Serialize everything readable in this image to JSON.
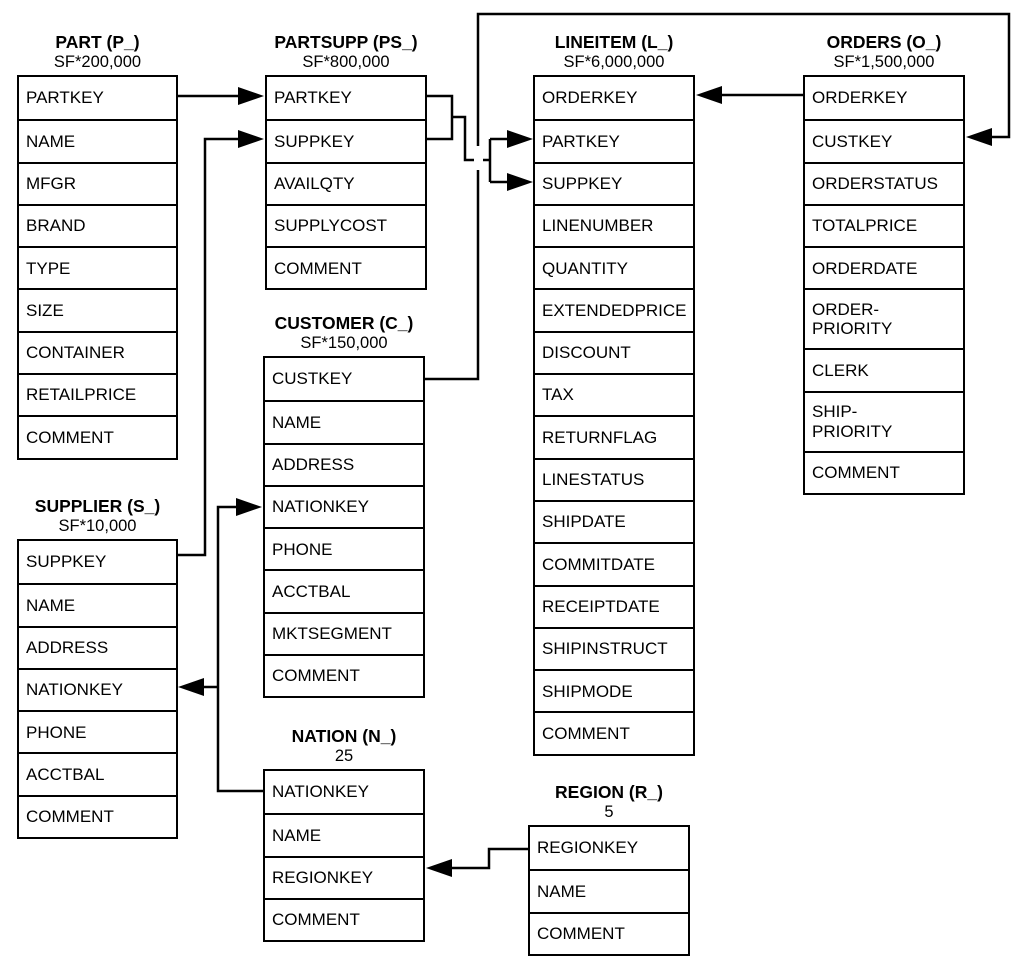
{
  "diagram": {
    "type": "database-schema",
    "line_color": "#000000",
    "background_color": "#ffffff",
    "text_color": "#000000"
  },
  "tables": [
    {
      "id": "part",
      "title": "PART (P_)",
      "cardinality": "SF*200,000",
      "fields": [
        "PARTKEY",
        "NAME",
        "MFGR",
        "BRAND",
        "TYPE",
        "SIZE",
        "CONTAINER",
        "RETAILPRICE",
        "COMMENT"
      ]
    },
    {
      "id": "partsupp",
      "title": "PARTSUPP (PS_)",
      "cardinality": "SF*800,000",
      "fields": [
        "PARTKEY",
        "SUPPKEY",
        "AVAILQTY",
        "SUPPLYCOST",
        "COMMENT"
      ]
    },
    {
      "id": "lineitem",
      "title": "LINEITEM (L_)",
      "cardinality": "SF*6,000,000",
      "fields": [
        "ORDERKEY",
        "PARTKEY",
        "SUPPKEY",
        "LINENUMBER",
        "QUANTITY",
        "EXTENDEDPRICE",
        "DISCOUNT",
        "TAX",
        "RETURNFLAG",
        "LINESTATUS",
        "SHIPDATE",
        "COMMITDATE",
        "RECEIPTDATE",
        "SHIPINSTRUCT",
        "SHIPMODE",
        "COMMENT"
      ]
    },
    {
      "id": "orders",
      "title": "ORDERS (O_)",
      "cardinality": "SF*1,500,000",
      "fields": [
        "ORDERKEY",
        "CUSTKEY",
        "ORDERSTATUS",
        "TOTALPRICE",
        "ORDERDATE",
        "ORDER-\nPRIORITY",
        "CLERK",
        "SHIP-\nPRIORITY",
        "COMMENT"
      ]
    },
    {
      "id": "customer",
      "title": "CUSTOMER (C_)",
      "cardinality": "SF*150,000",
      "fields": [
        "CUSTKEY",
        "NAME",
        "ADDRESS",
        "NATIONKEY",
        "PHONE",
        "ACCTBAL",
        "MKTSEGMENT",
        "COMMENT"
      ]
    },
    {
      "id": "supplier",
      "title": "SUPPLIER (S_)",
      "cardinality": "SF*10,000",
      "fields": [
        "SUPPKEY",
        "NAME",
        "ADDRESS",
        "NATIONKEY",
        "PHONE",
        "ACCTBAL",
        "COMMENT"
      ]
    },
    {
      "id": "nation",
      "title": "NATION (N_)",
      "cardinality": "25",
      "fields": [
        "NATIONKEY",
        "NAME",
        "REGIONKEY",
        "COMMENT"
      ]
    },
    {
      "id": "region",
      "title": "REGION (R_)",
      "cardinality": "5",
      "fields": [
        "REGIONKEY",
        "NAME",
        "COMMENT"
      ]
    }
  ],
  "relationships": [
    {
      "from": "PART.PARTKEY",
      "to": "PARTSUPP.PARTKEY"
    },
    {
      "from": "SUPPLIER.SUPPKEY",
      "to": "PARTSUPP.SUPPKEY"
    },
    {
      "from": "PARTSUPP.PARTKEY",
      "to": "LINEITEM.PARTKEY"
    },
    {
      "from": "PARTSUPP.SUPPKEY",
      "to": "LINEITEM.SUPPKEY"
    },
    {
      "from": "ORDERS.ORDERKEY",
      "to": "LINEITEM.ORDERKEY"
    },
    {
      "from": "CUSTOMER.CUSTKEY",
      "to": "ORDERS.CUSTKEY"
    },
    {
      "from": "NATION.NATIONKEY",
      "to": "CUSTOMER.NATIONKEY"
    },
    {
      "from": "NATION.NATIONKEY",
      "to": "SUPPLIER.NATIONKEY"
    },
    {
      "from": "REGION.REGIONKEY",
      "to": "NATION.REGIONKEY"
    }
  ]
}
